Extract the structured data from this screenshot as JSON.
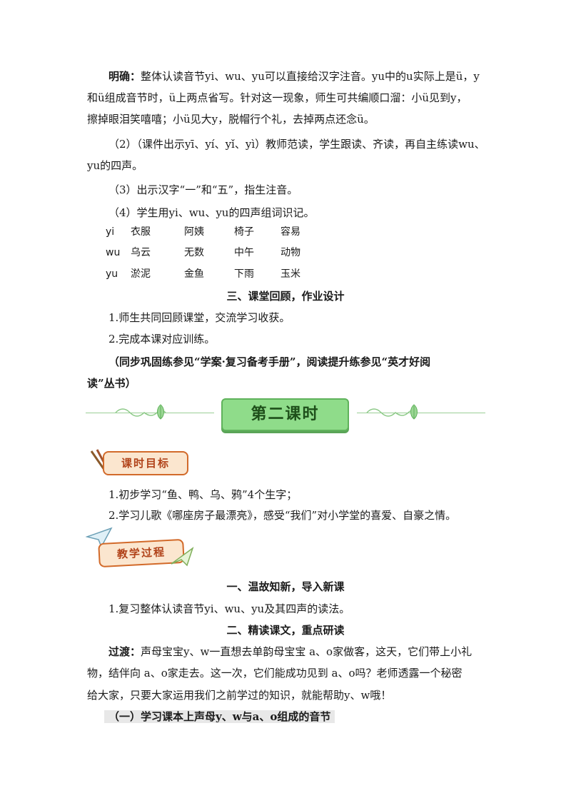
{
  "top": {
    "p1_label": "明确：",
    "p1_l1": "整体认读音节yi、wu、yu可以直接给汉字注音。yu中的u实际上是ü，y",
    "p1_l2": "和ü组成音节时，ü上两点省写。针对这一现象，师生可共编顺口溜：小ü见到y，",
    "p1_l3": "擦掉眼泪笑嘻嘻；小ü见大y，脱帽行个礼，去掉两点还念ü。",
    "p2_l1": "（2）（课件出示yī、yí、yǐ、yì）教师范读，学生跟读、齐读，再自主练读wu、",
    "p2_l2": "yu的四声。",
    "p3": "（3）出示汉字“一”和“五”，指生注音。",
    "p4": "（4）学生用yi、wu、yu的四声组词识记。"
  },
  "vocab": [
    {
      "label": "yi",
      "words": [
        "衣服",
        "阿姨",
        "椅子",
        "容易"
      ]
    },
    {
      "label": "wu",
      "words": [
        "乌云",
        "无数",
        "中午",
        "动物"
      ]
    },
    {
      "label": "yu",
      "words": [
        "淤泥",
        "金鱼",
        "下雨",
        "玉米"
      ]
    }
  ],
  "section3": {
    "title": "三、课堂回顾，作业设计",
    "item1": "1.师生共同回顾课堂，交流学习收获。",
    "item2": "2.完成本课对应训练。",
    "note_l1": "（同步巩固练参见“学案·复习备考手册”，阅读提升练参见“英才好阅",
    "note_l2": "读”丛书）"
  },
  "banner": {
    "title": "第二课时",
    "accent": "#8fdc8a"
  },
  "objectives": {
    "tag": "课时目标",
    "item1": "1.初步学习“鱼、鸭、乌、鸦”4个生字；",
    "item2": "2.学习儿歌《哪座房子最漂亮》，感受“我们”对小学堂的喜爱、自豪之情。"
  },
  "process": {
    "tag": "教学过程",
    "h1": "一、温故知新，导入新课",
    "h1_item": "1.复习整体认读音节yi、wu、yu及其四声的读法。",
    "h2": "二、精读课文，重点研读",
    "trans_label": "过渡：",
    "trans_l1": "声母宝宝y、w一直想去单韵母宝宝 a、o家做客，这天，它们带上小礼",
    "trans_l2": "物，结伴向 a、o家走去。这一次，它们能成功见到 a、o吗？老师透露一个秘密",
    "trans_l3": "给大家，只要大家运用我们之前学过的知识，就能帮助y、w哦！",
    "sub1": "（一）学习课本上声母y、w与a、o组成的音节"
  }
}
